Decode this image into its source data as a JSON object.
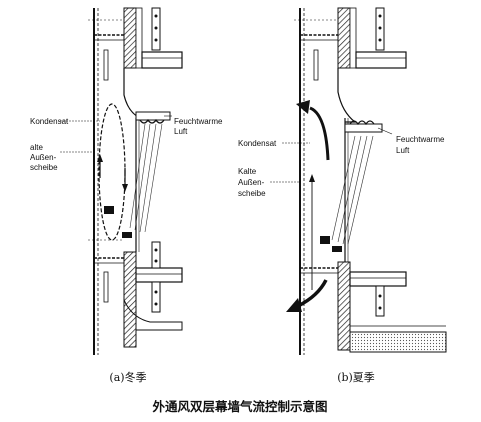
{
  "diagram": {
    "title": "外通风双层幕墙气流控制示意图",
    "panels": [
      {
        "caption": "(a)冬季",
        "labels": {
          "condensate": "Kondensat",
          "outer_pane_line1": "alte",
          "outer_pane_line2": "Außen-",
          "outer_pane_line3": "scheibe",
          "humid_air_line1": "Feuchtwarme",
          "humid_air_line2": "Luft"
        }
      },
      {
        "caption": "(b)夏季",
        "labels": {
          "condensate": "Kondensat",
          "outer_pane_line1": "Kalte",
          "outer_pane_line2": "Außen-",
          "outer_pane_line3": "scheibe",
          "humid_air_line1": "Feuchtwarme",
          "humid_air_line2": "Luft"
        }
      }
    ]
  }
}
